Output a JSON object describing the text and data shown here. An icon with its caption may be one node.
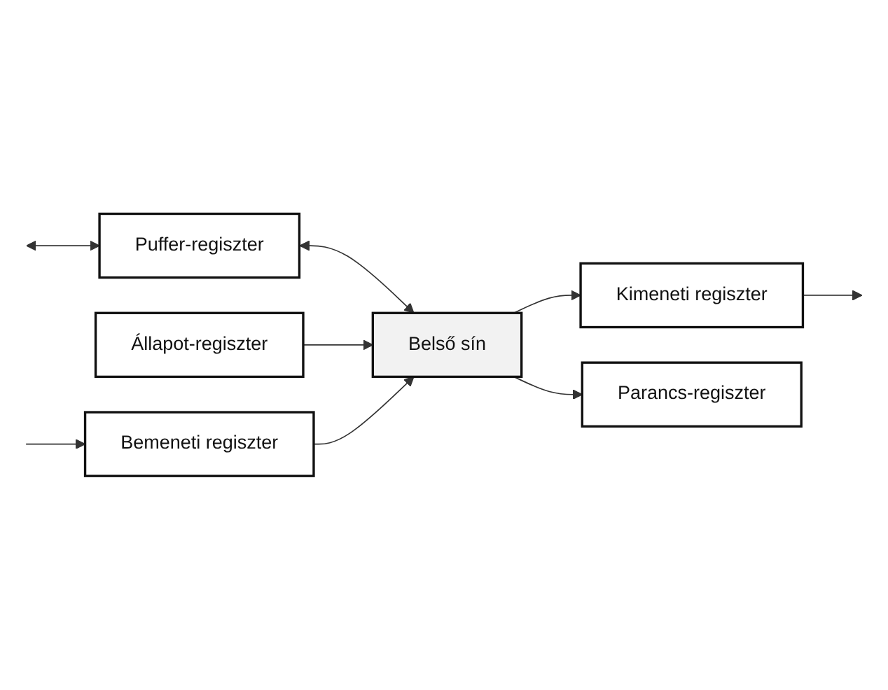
{
  "diagram": {
    "nodes": [
      {
        "text": [
          "Puffer-regiszter"
        ]
      },
      {
        "text": [
          "Belső sín"
        ]
      },
      {
        "text": [
          "Kimeneti regiszter"
        ]
      },
      {
        "text": [
          "Parancs-regiszter"
        ]
      },
      {
        "text": [
          "Állapot-regiszter"
        ]
      },
      {
        "text": [
          "Bemeneti regiszter"
        ]
      }
    ],
    "edges": [
      {
        "from": null,
        "to": 0,
        "arrow": "both"
      },
      {
        "from": 0,
        "to": 1,
        "arrow": "both"
      },
      {
        "from": 1,
        "to": 2,
        "arrow": "to"
      },
      {
        "from": 2,
        "to": null,
        "arrow": "to"
      },
      {
        "from": 1,
        "to": 3,
        "arrow": "to"
      },
      {
        "from": 4,
        "to": 1,
        "arrow": "to"
      },
      {
        "from": 5,
        "to": 1,
        "arrow": "to"
      },
      {
        "from": null,
        "to": 5,
        "arrow": "to"
      }
    ]
  }
}
